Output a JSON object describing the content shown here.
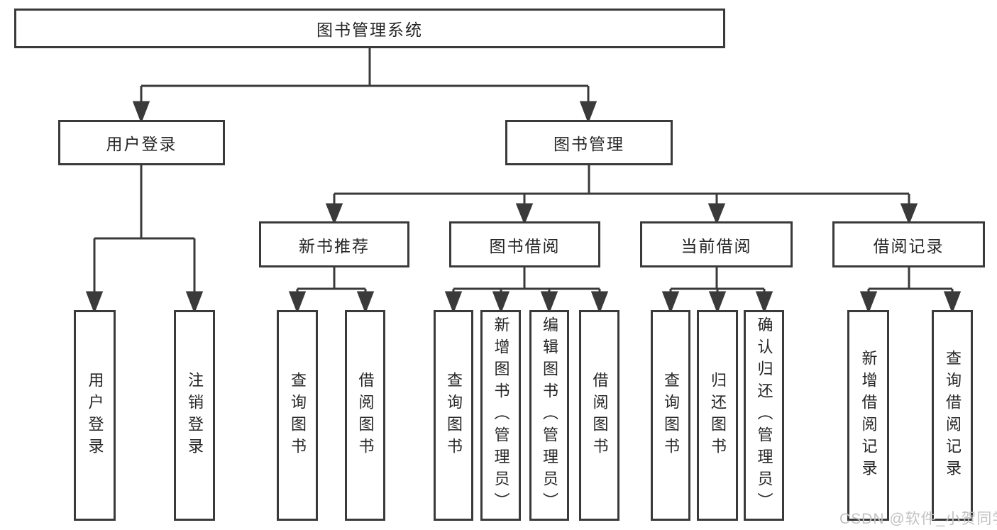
{
  "title": "图书管理系统",
  "tree": {
    "label": "图书管理系统",
    "children": [
      {
        "label": "用户登录",
        "children": [
          {
            "label": "用户登录"
          },
          {
            "label": "注销登录"
          }
        ]
      },
      {
        "label": "图书管理",
        "children": [
          {
            "label": "新书推荐",
            "children": [
              {
                "label": "查询图书"
              },
              {
                "label": "借阅图书"
              }
            ]
          },
          {
            "label": "图书借阅",
            "children": [
              {
                "label": "查询图书"
              },
              {
                "label": "新增图书（管理员）"
              },
              {
                "label": "编辑图书（管理员）"
              },
              {
                "label": "借阅图书"
              }
            ]
          },
          {
            "label": "当前借阅",
            "children": [
              {
                "label": "查询图书"
              },
              {
                "label": "归还图书"
              },
              {
                "label": "确认归还（管理员）"
              }
            ]
          },
          {
            "label": "借阅记录",
            "children": [
              {
                "label": "新增借阅记录"
              },
              {
                "label": "查询借阅记录"
              }
            ]
          }
        ]
      }
    ]
  },
  "watermark": {
    "text": "CSDN @软件_小贺同学"
  },
  "colors": {
    "line": "#3a3a3a",
    "text": "#262626",
    "watermark": "#c2c2c2",
    "background": "#ffffff"
  }
}
